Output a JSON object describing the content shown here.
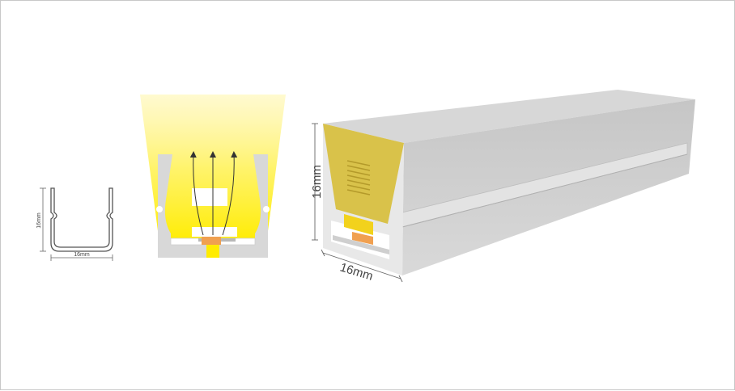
{
  "profile_drawing": {
    "height_label": "16mm",
    "width_label": "16mm"
  },
  "product_view": {
    "height_label": "16mm",
    "width_label": "16mm"
  },
  "colors": {
    "light_yellow": "#fff03c",
    "profile_grey": "#d6d6d6",
    "led_orange": "#f0a050",
    "diffuser_olive": "#d9c24a",
    "frame_border": "#c8c8c8"
  },
  "icons": [
    "light-ray-arrow-icon"
  ]
}
